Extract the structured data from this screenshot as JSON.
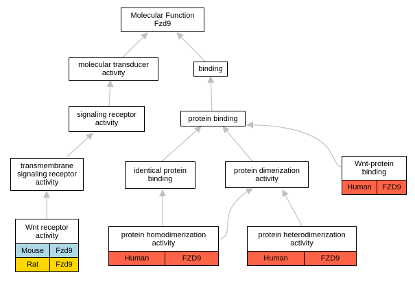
{
  "nodes": {
    "molecular_function": "Molecular Function\nFzd9",
    "molecular_transducer": "molecular transducer\nactivity",
    "binding": "binding",
    "signaling_receptor": "signaling receptor\nactivity",
    "protein_binding": "protein binding",
    "transmembrane_signaling": "transmembrane\nsignaling receptor\nactivity",
    "identical_protein": "identical protein\nbinding",
    "protein_dimerization": "protein dimerization\nactivity",
    "wnt_protein_binding": "Wnt-protein\nbinding",
    "wnt_receptor": "Wnt receptor\nactivity",
    "protein_homodimerization": "protein homodimerization\nactivity",
    "protein_heterodimerization": "protein heterodimerization\nactivity"
  },
  "annotations": {
    "wnt_protein_binding": [
      {
        "species": "Human",
        "gene": "FZD9"
      }
    ],
    "wnt_receptor": [
      {
        "species": "Mouse",
        "gene": "Fzd9"
      },
      {
        "species": "Rat",
        "gene": "Fzd9"
      }
    ],
    "protein_homodimerization": [
      {
        "species": "Human",
        "gene": "FZD9"
      }
    ],
    "protein_heterodimerization": [
      {
        "species": "Human",
        "gene": "FZD9"
      }
    ]
  },
  "colors": {
    "human": "#ff6347",
    "mouse": "#add8e6",
    "rat": "#ffd700",
    "edge": "#c0c0c0"
  }
}
